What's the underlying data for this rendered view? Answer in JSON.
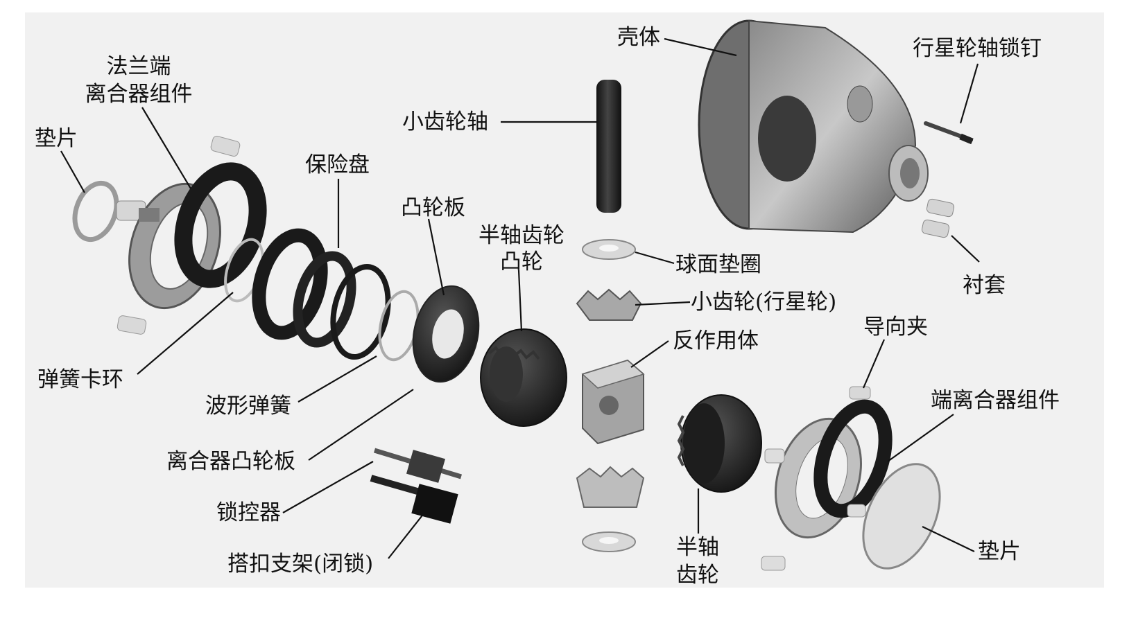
{
  "labels": {
    "flange_clutch": [
      "法兰端",
      "离合器组件"
    ],
    "shim_left": "垫片",
    "snap_ring": "弹簧卡环",
    "safety_disc": "保险盘",
    "wave_spring": "波形弹簧",
    "cam_plate": "凸轮板",
    "clutch_cam_plate": "离合器凸轮板",
    "locker": "锁控器",
    "latch_bracket": "搭扣支架(闭锁)",
    "side_gear_cam": [
      "半轴齿轮",
      "凸轮"
    ],
    "pinion_shaft": "小齿轮轴",
    "case": "壳体",
    "pinion_shaft_lock_pin": "行星轮轴锁钉",
    "spherical_washer": "球面垫圈",
    "bushing": "衬套",
    "pinion_planet": "小齿轮(行星轮)",
    "reaction_block": "反作用体",
    "guide_clip": "导向夹",
    "end_clutch_assembly": "端离合器组件",
    "side_gear": [
      "半轴",
      "齿轮"
    ],
    "shim_right": "垫片"
  },
  "colors": {
    "ink": "#111111",
    "metal_dark": "#2a2a2a",
    "metal_mid": "#7a7a7a",
    "metal_light": "#cfcfcf"
  }
}
